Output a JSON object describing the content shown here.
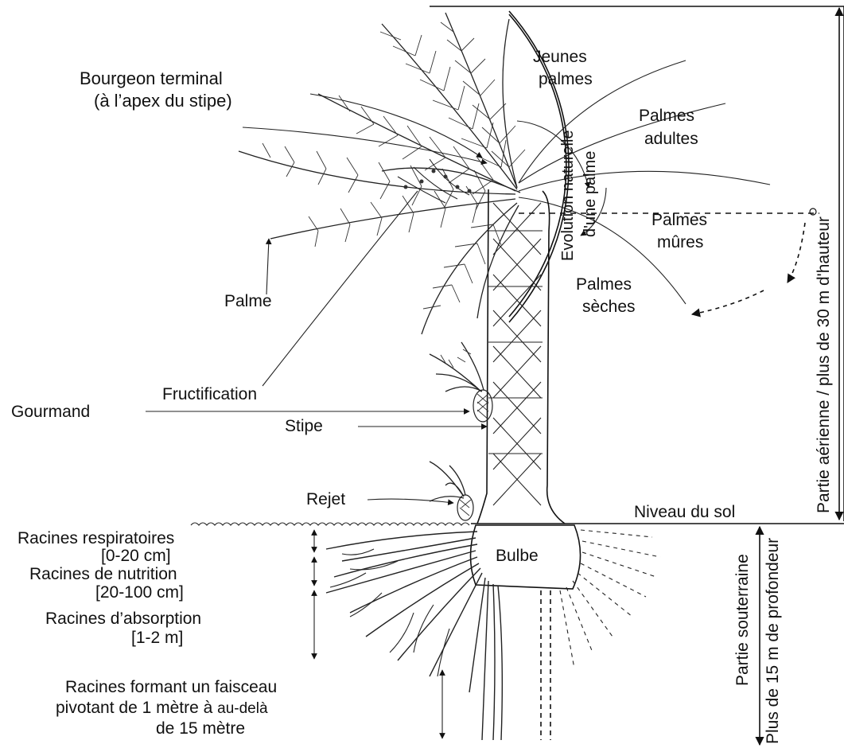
{
  "diagram": {
    "canopy_labels": {
      "bourgeon_line1": "Bourgeon terminal",
      "bourgeon_line2": "(à l’apex du stipe)",
      "palme": "Palme",
      "fructification": "Fructification",
      "gourmand": "Gourmand",
      "stipe": "Stipe",
      "rejet": "Rejet",
      "niveau_sol": "Niveau du sol",
      "bulbe": "Bulbe"
    },
    "palm_zones": {
      "jeunes_1": "Jeunes",
      "jeunes_2": "palmes",
      "adultes_1": "Palmes",
      "adultes_2": "adultes",
      "mures_1": "Palmes",
      "mures_2": "mûres",
      "seches_1": "Palmes",
      "seches_2": "sèches",
      "evolution_1": "Evolution naturelle",
      "evolution_2": "d'une palme"
    },
    "side_labels": {
      "aerienne": "Partie aérienne / plus de 30 m d'hauteur",
      "souterraine": "Partie souterraine",
      "profondeur": "Plus de 15 m de profondeur"
    },
    "root_labels": {
      "respiratoires_1": "Racines respiratoires",
      "respiratoires_2": "[0-20 cm]",
      "nutrition_1": "Racines de nutrition",
      "nutrition_2": "[20-100 cm]",
      "absorption_1": "Racines d’absorption",
      "absorption_2": "[1-2 m]",
      "faisceau_1": "Racines formant un faisceau",
      "faisceau_2a": "pivotant de 1 mètre à ",
      "faisceau_2b": "au-delà",
      "faisceau_3": "de 15 mètre"
    }
  }
}
